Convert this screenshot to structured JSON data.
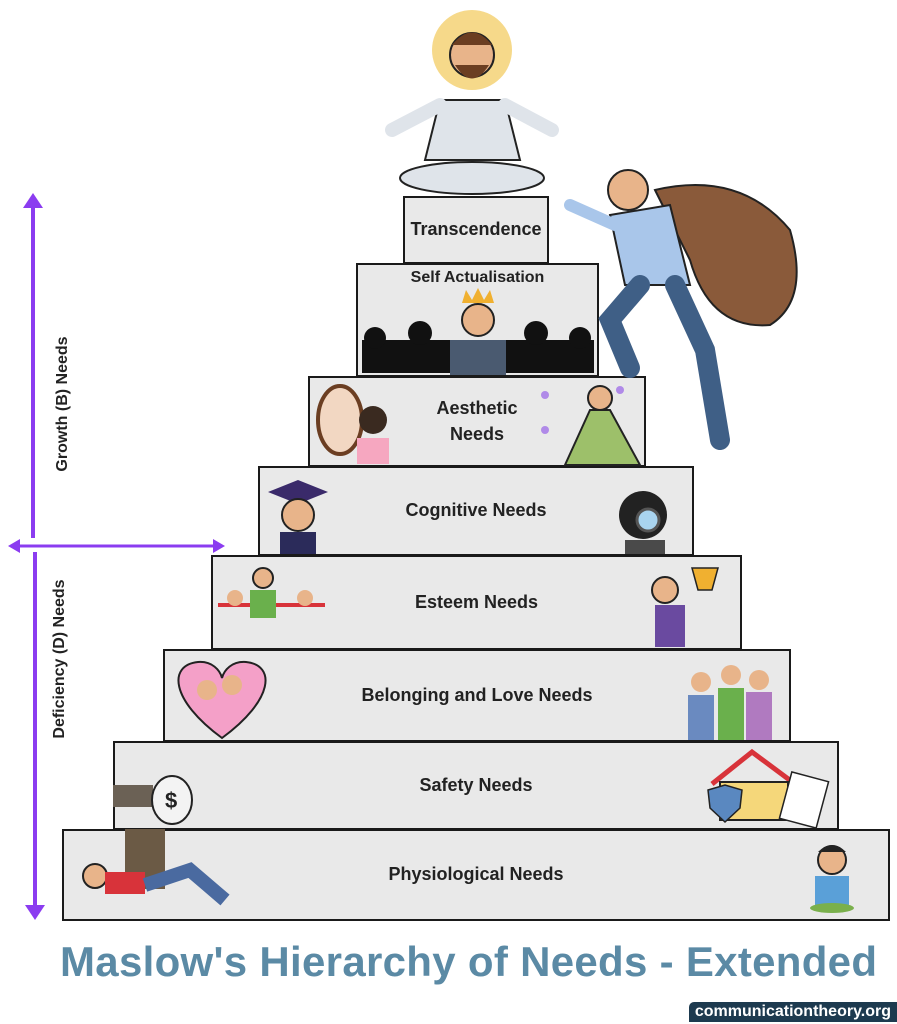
{
  "title": "Maslow's Hierarchy of Needs - Extended",
  "source_badge": "communicationtheory.org",
  "axis": {
    "growth_label": "Growth (B) Needs",
    "deficiency_label": "Deficiency (D) Needs",
    "arrow_color": "#8b3cf0"
  },
  "levels": [
    {
      "label": "Transcendence"
    },
    {
      "label": "Self Actualisation"
    },
    {
      "label": "Aesthetic Needs"
    },
    {
      "label": "Cognitive Needs"
    },
    {
      "label": "Esteem Needs"
    },
    {
      "label": "Belonging and Love Needs"
    },
    {
      "label": "Safety Needs"
    },
    {
      "label": "Physiological Needs"
    }
  ],
  "colors": {
    "title": "#5b8aa5",
    "step_fill": "#e9e9e9",
    "badge": "#1d3a4f"
  }
}
